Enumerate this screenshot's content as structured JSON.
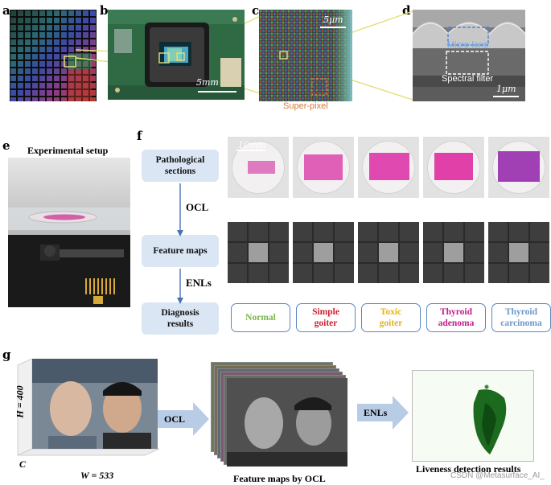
{
  "panels": {
    "a": "a",
    "b": "b",
    "c": "c",
    "d": "d",
    "e": "e",
    "f": "f",
    "g": "g"
  },
  "scale_bars": {
    "b": "5mm",
    "c": "5μm",
    "d": "1μm",
    "f": "10mm"
  },
  "labels": {
    "super_pixel": "Super-pixel",
    "micro_lens": "Micro-lens",
    "spectral_filter": "Spectral filter",
    "experimental_setup": "Experimental setup"
  },
  "flow": {
    "pathological_sections": "Pathological sections",
    "feature_maps": "Feature maps",
    "diagnosis_results": "Diagnosis results",
    "ocl": "OCL",
    "enls": "ENLs"
  },
  "diagnoses": [
    {
      "text": "Normal",
      "color": "#7ab648"
    },
    {
      "text": "Simple goiter",
      "color": "#d0202e"
    },
    {
      "text": "Toxic goiter",
      "color": "#e3b21c"
    },
    {
      "text": "Thyroid adenoma",
      "color": "#c0208a"
    },
    {
      "text": "Thyroid carcinoma",
      "color": "#6d98c9"
    }
  ],
  "panel_g": {
    "h_label": "H = 400",
    "w_label": "W = 533",
    "c_label": "C",
    "ocl": "OCL",
    "enls": "ENLs",
    "feature_maps_caption": "Feature maps by OCL",
    "liveness_caption": "Liveness detection results",
    "watermark": "CSDN @Metasurface_AI_"
  },
  "colors": {
    "flow_box": "#dbe6f4",
    "diag_border": "#5b86c2",
    "arrow_fill": "#b9cce6",
    "arrow_line": "#4a72b0",
    "highlight_box": "#e3e07a",
    "super_pixel_box": "#e0854a"
  }
}
